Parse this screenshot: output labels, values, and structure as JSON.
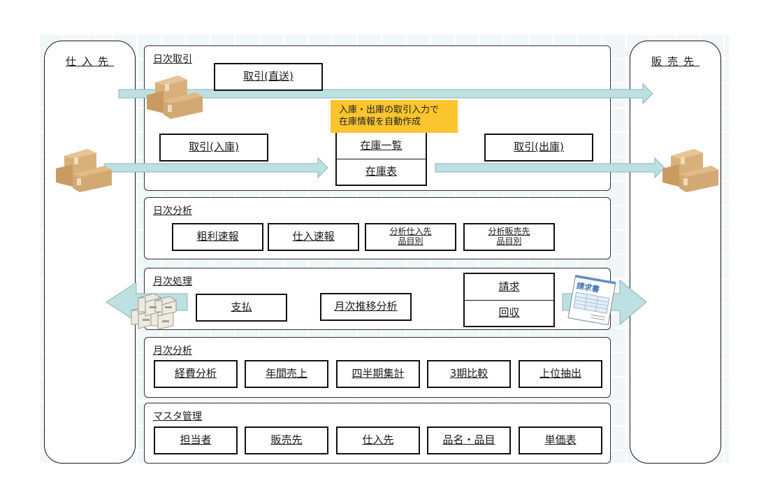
{
  "parties": {
    "supplier": "仕入先",
    "customer": "販売先"
  },
  "daily_transactions": {
    "title": "日次取引",
    "direct": "取引(直送)",
    "inbound": "取引(入庫)",
    "outbound": "取引(出庫)",
    "inventory_list": "在庫一覧",
    "inventory_table": "在庫表",
    "note_line1": "入庫・出庫の取引入力で",
    "note_line2": "在庫情報を自動作成"
  },
  "daily_analysis": {
    "title": "日次分析",
    "items": [
      {
        "label": "粗利速報"
      },
      {
        "label": "仕入速報"
      },
      {
        "line1": "分析仕入先",
        "line2": "品目別"
      },
      {
        "line1": "分析販売先",
        "line2": "品目別"
      }
    ]
  },
  "monthly_processing": {
    "title": "月次処理",
    "payment": "支払",
    "trend": "月次推移分析",
    "billing": "請求",
    "collection": "回収",
    "invoice_icon_text": "請求書"
  },
  "monthly_analysis": {
    "title": "月次分析",
    "items": [
      "経費分析",
      "年間売上",
      "四半期集計",
      "3期比較",
      "上位抽出"
    ]
  },
  "master": {
    "title": "マスタ管理",
    "items": [
      "担当者",
      "販売先",
      "仕入先",
      "品名・品目",
      "単価表"
    ]
  },
  "colors": {
    "arrow_fill": "#bde0e2",
    "arrow_stroke": "#8ab3b6",
    "note": "#fbc52f",
    "box": "#d2a873"
  }
}
